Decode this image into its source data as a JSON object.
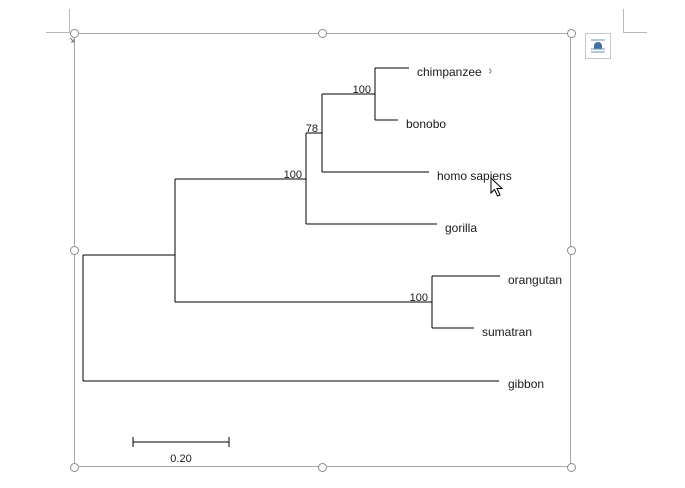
{
  "tree": {
    "taxa": [
      "chimpanzee",
      "bonobo",
      "homo sapiens",
      "gorilla",
      "orangutan",
      "sumatran",
      "gibbon"
    ],
    "support_values": [
      "100",
      "78",
      "100",
      "100"
    ],
    "scale_bar_label": "0.20"
  },
  "icons": {
    "layout_options": "layout-options-icon",
    "anchor": "anchor-icon",
    "cursor": "mouse-pointer-icon"
  },
  "colors": {
    "frame_border": "#a8a8a8",
    "handle_border": "#8c8c8c",
    "tree_line": "#000000"
  }
}
